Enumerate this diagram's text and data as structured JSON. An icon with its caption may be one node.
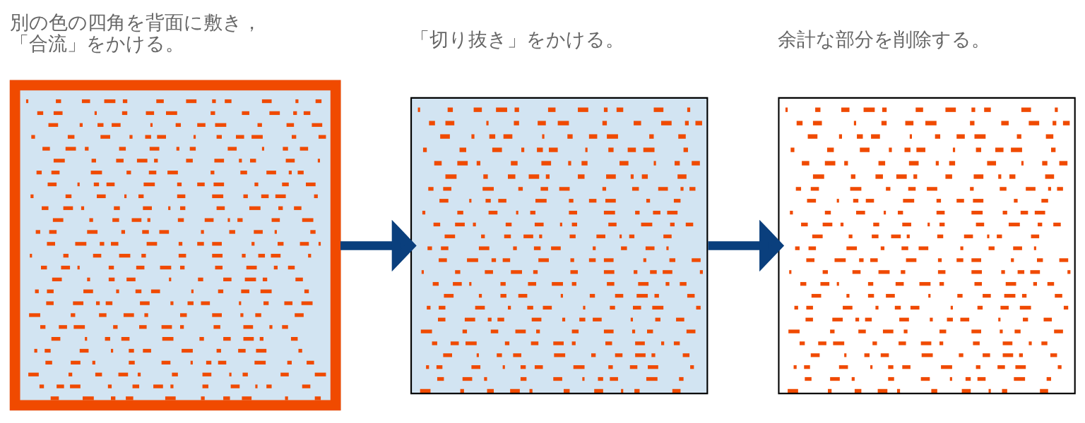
{
  "diagram": {
    "nodes": [
      {
        "text": [
          "別の色の四角を背面に敷き，「合流」をかける。"
        ]
      },
      {
        "text": [
          "「切り抜き」をかける。"
        ]
      },
      {
        "text": [
          "余計な部分を削除する。"
        ]
      }
    ],
    "edges": [
      {
        "from": 0,
        "to": 1,
        "arrow": "to"
      },
      {
        "from": 1,
        "to": 2,
        "arrow": "to"
      }
    ]
  }
}
